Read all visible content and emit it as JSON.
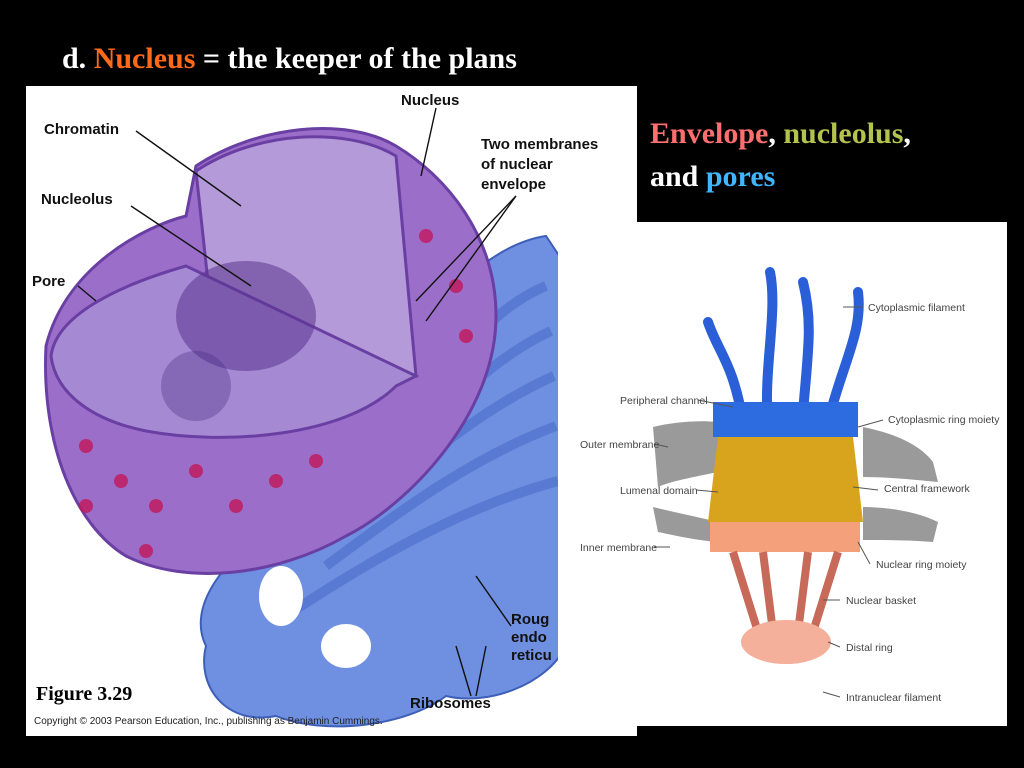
{
  "slide": {
    "title_prefix": "d. ",
    "title_highlight": "Nucleus",
    "title_suffix": " = the keeper of the plans",
    "subtitle": {
      "word_envelope": "Envelope",
      "sep1": ", ",
      "word_nucleolus": "nucleolus",
      "sep2": ",",
      "word_and": "and ",
      "word_pores": "pores"
    },
    "colors": {
      "title_highlight": "#ff6a1a",
      "envelope": "#ff6f6f",
      "nucleolus": "#b4c24e",
      "pores": "#3fb6ff"
    }
  },
  "left_figure": {
    "labels": {
      "nucleus": "Nucleus",
      "chromatin": "Chromatin",
      "two_membranes_1": "Two membranes",
      "two_membranes_2": "of nuclear",
      "two_membranes_3": "envelope",
      "nucleolus": "Nucleolus",
      "pore": "Pore",
      "rough_er_1": "Roug",
      "rough_er_2": "endo",
      "rough_er_3": "reticu",
      "ribosomes": "Ribosomes"
    },
    "figure_label": "Figure 3.29",
    "copyright": "Copyright © 2003 Pearson Education, Inc., publishing as Benjamin Cummings."
  },
  "right_figure": {
    "labels": {
      "cytoplasmic_filament": "Cytoplasmic filament",
      "peripheral_channel": "Peripheral channel",
      "cytoplasmic_ring_moiety": "Cytoplasmic ring moiety",
      "outer_membrane": "Outer membrane",
      "lumenal_domain": "Lumenal domain",
      "central_framework": "Central framework",
      "inner_membrane": "Inner membrane",
      "nuclear_ring_moiety": "Nuclear ring moiety",
      "nuclear_basket": "Nuclear basket",
      "distal_ring": "Distal ring",
      "intranuclear_filament": "Intranuclear filament"
    }
  }
}
